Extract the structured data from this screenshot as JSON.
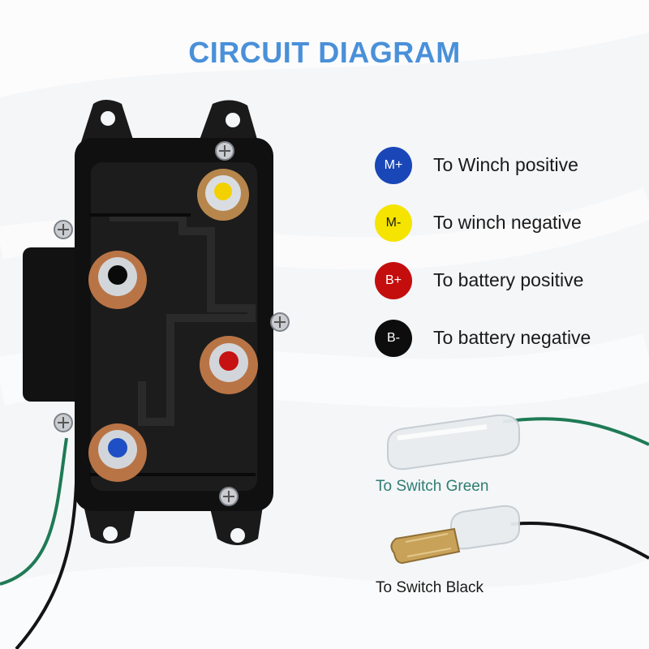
{
  "title": "CIRCUIT DIAGRAM",
  "colors": {
    "title": "#4a90d9",
    "m_plus": "#1a47b8",
    "m_minus": "#f5e400",
    "b_plus": "#c40e0e",
    "b_minus": "#0d0d0d",
    "switch_green_label": "#2f7d72",
    "switch_black_label": "#1a1a1a"
  },
  "legend": [
    {
      "code": "M+",
      "text": "To Winch positive",
      "dot_color": "#1a47b8",
      "code_color": "#ffffff"
    },
    {
      "code": "M-",
      "text": "To winch negative",
      "dot_color": "#f5e400",
      "code_color": "#1a1a1a"
    },
    {
      "code": "B+",
      "text": "To battery positive",
      "dot_color": "#c40e0e",
      "code_color": "#ffffff"
    },
    {
      "code": "B-",
      "text": "To battery negative",
      "dot_color": "#0d0d0d",
      "code_color": "#ffffff"
    }
  ],
  "switch_labels": {
    "green": "To Switch Green",
    "black": "To Switch Black"
  }
}
